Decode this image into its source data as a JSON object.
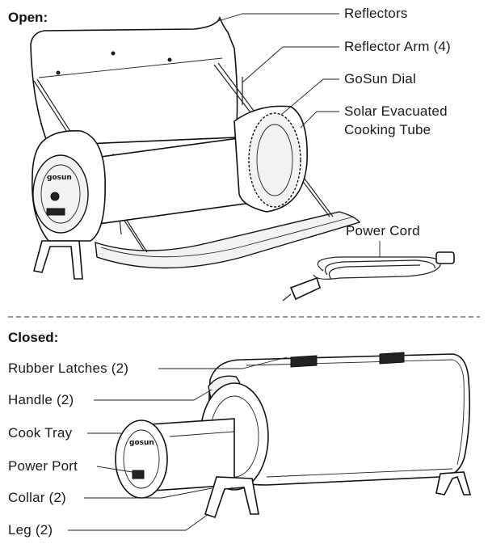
{
  "sections": {
    "open_title": "Open:",
    "closed_title": "Closed:"
  },
  "open_labels": {
    "reflectors": "Reflectors",
    "reflector_arm": "Reflector Arm (4)",
    "gosun_dial": "GoSun Dial",
    "solar_tube_line1": "Solar Evacuated",
    "solar_tube_line2": "Cooking Tube",
    "power_cord": "Power Cord"
  },
  "closed_labels": {
    "rubber_latches": "Rubber Latches (2)",
    "handle": "Handle (2)",
    "cook_tray": "Cook Tray",
    "power_port": "Power Port",
    "collar": "Collar (2)",
    "leg": "Leg (2)"
  },
  "brand": {
    "logo_text": "gosun"
  }
}
